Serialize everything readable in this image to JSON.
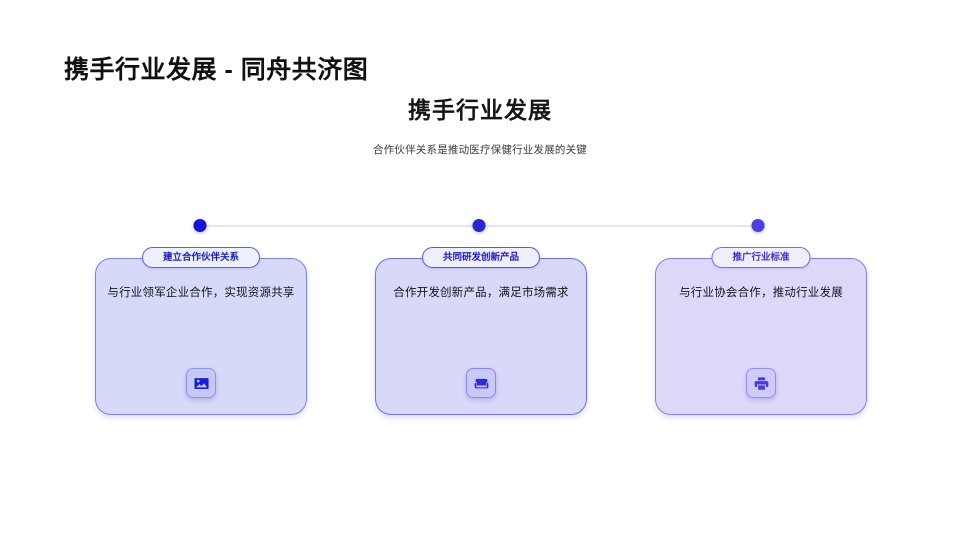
{
  "slide": {
    "title": "携手行业发展 - 同舟共济图",
    "heading": "携手行业发展",
    "subheading": "合作伙伴关系是推动医疗保健行业发展的关键"
  },
  "timeline": {
    "dots": [
      {
        "name": "timeline-dot-1",
        "color": "#1414d8"
      },
      {
        "name": "timeline-dot-2",
        "color": "#2626d6"
      },
      {
        "name": "timeline-dot-3",
        "color": "#4a3fe0"
      }
    ],
    "line_color": "#e6e6ec"
  },
  "cards": [
    {
      "badge": "建立合作伙伴关系",
      "body": "与行业领军企业合作，实现资源共享",
      "icon": "image-icon",
      "border_color": "#7b82ea",
      "fill_color": "#d6d9f7",
      "badge_text_color": "#1a1fbe"
    },
    {
      "badge": "共同研发创新产品",
      "body": "合作开发创新产品，满足市场需求",
      "icon": "armchair-icon",
      "border_color": "#7070ef",
      "fill_color": "#d8d8f8",
      "badge_text_color": "#2420c6"
    },
    {
      "badge": "推广行业标准",
      "body": "与行业协会合作，推动行业发展",
      "icon": "printer-icon",
      "border_color": "#8b7cee",
      "fill_color": "#dcd9f8",
      "badge_text_color": "#4232c4"
    }
  ]
}
